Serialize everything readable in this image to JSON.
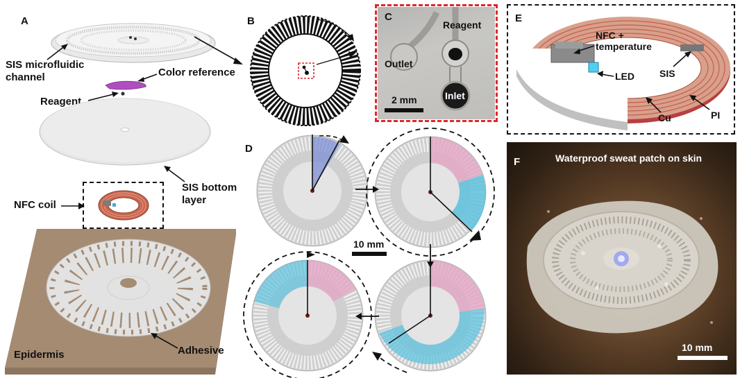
{
  "panels": {
    "A": {
      "label": "A",
      "sis_channel": "SIS microfluidic\nchannel",
      "color_reference": "Color reference",
      "reagent": "Reagent",
      "sis_bottom": "SIS bottom\nlayer",
      "nfc_coil": "NFC coil",
      "epidermis": "Epidermis",
      "adhesive": "Adhesive"
    },
    "B": {
      "label": "B"
    },
    "C": {
      "label": "C",
      "reagent": "Reagent",
      "outlet": "Outlet",
      "inlet": "Inlet",
      "scale": "2 mm"
    },
    "D": {
      "label": "D",
      "scale": "10 mm"
    },
    "E": {
      "label": "E",
      "nfc_temp": "NFC +\ntemperature",
      "led": "LED",
      "sis": "SIS",
      "cu": "Cu",
      "pi": "PI"
    },
    "F": {
      "label": "F",
      "title": "Waterproof sweat patch on skin",
      "scale": "10 mm"
    }
  },
  "colors": {
    "red_dash": "#e0262b",
    "copper": "#c9674f",
    "pink_dye": "#e3a6c4",
    "blue_dye": "#5fc3df"
  }
}
